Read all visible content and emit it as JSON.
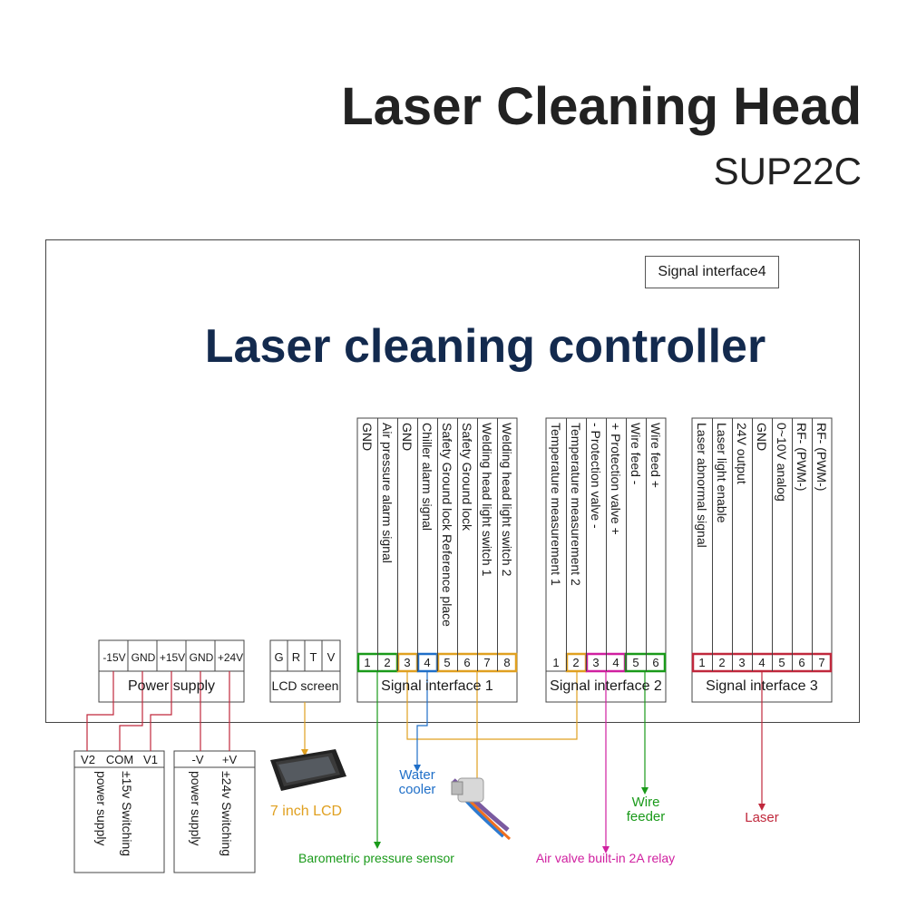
{
  "header": {
    "title": "Laser Cleaning Head",
    "model": "SUP22C"
  },
  "controller": {
    "title": "Laser cleaning controller",
    "signal_interface4": "Signal interface4"
  },
  "power_supply": {
    "label": "Power supply",
    "pins": [
      "-15V",
      "GND",
      "+15V",
      "GND",
      "+24V"
    ]
  },
  "lcd": {
    "label": "LCD screen",
    "pins": [
      "G",
      "R",
      "T",
      "V"
    ]
  },
  "signal1": {
    "label": "Signal interface 1",
    "pins": [
      "1",
      "2",
      "3",
      "4",
      "5",
      "6",
      "7",
      "8"
    ],
    "functions": [
      "GND",
      "Air pressure alarm signal",
      "GND",
      "Chiller alarm signal",
      "Safety Ground lock Reference place",
      "Safety Ground lock",
      "Welding head light switch 1",
      "Welding head light switch 2"
    ]
  },
  "signal2": {
    "label": "Signal interface 2",
    "pins": [
      "1",
      "2",
      "3",
      "4",
      "5",
      "6"
    ],
    "functions": [
      "Temperature measurement 1",
      "Temperature measurement 2",
      "- Protection valve -",
      "+ Protection valve +",
      "Wire feed -",
      "Wire feed +"
    ]
  },
  "signal3": {
    "label": "Signal interface 3",
    "pins": [
      "1",
      "2",
      "3",
      "4",
      "5",
      "6",
      "7"
    ],
    "functions": [
      "Laser abnormal signal",
      "Laser light enable",
      "24V output",
      "GND",
      "0~10V analog",
      "RF- (PWM-)",
      "RF- (PWM-)"
    ]
  },
  "psu15": {
    "pins": [
      "V2",
      "COM",
      "V1"
    ],
    "line1": "±15v Switching",
    "line2": "power supply"
  },
  "psu24": {
    "pins": [
      "-V",
      "+V"
    ],
    "line1": "±24v Switching",
    "line2": "power supply"
  },
  "annotations": {
    "lcd7": "7 inch LCD",
    "water": "Water",
    "cooler": "cooler",
    "wire": "Wire",
    "feeder": "feeder",
    "laser": "Laser",
    "baro": "Barometric pressure sensor",
    "air": "Air valve built-in 2A relay"
  },
  "colors": {
    "green": "#1a9a1a",
    "orange": "#e0a020",
    "blue": "#1f6fc8",
    "magenta": "#d020a0",
    "red": "#c0283c",
    "navy": "#132a4e"
  }
}
